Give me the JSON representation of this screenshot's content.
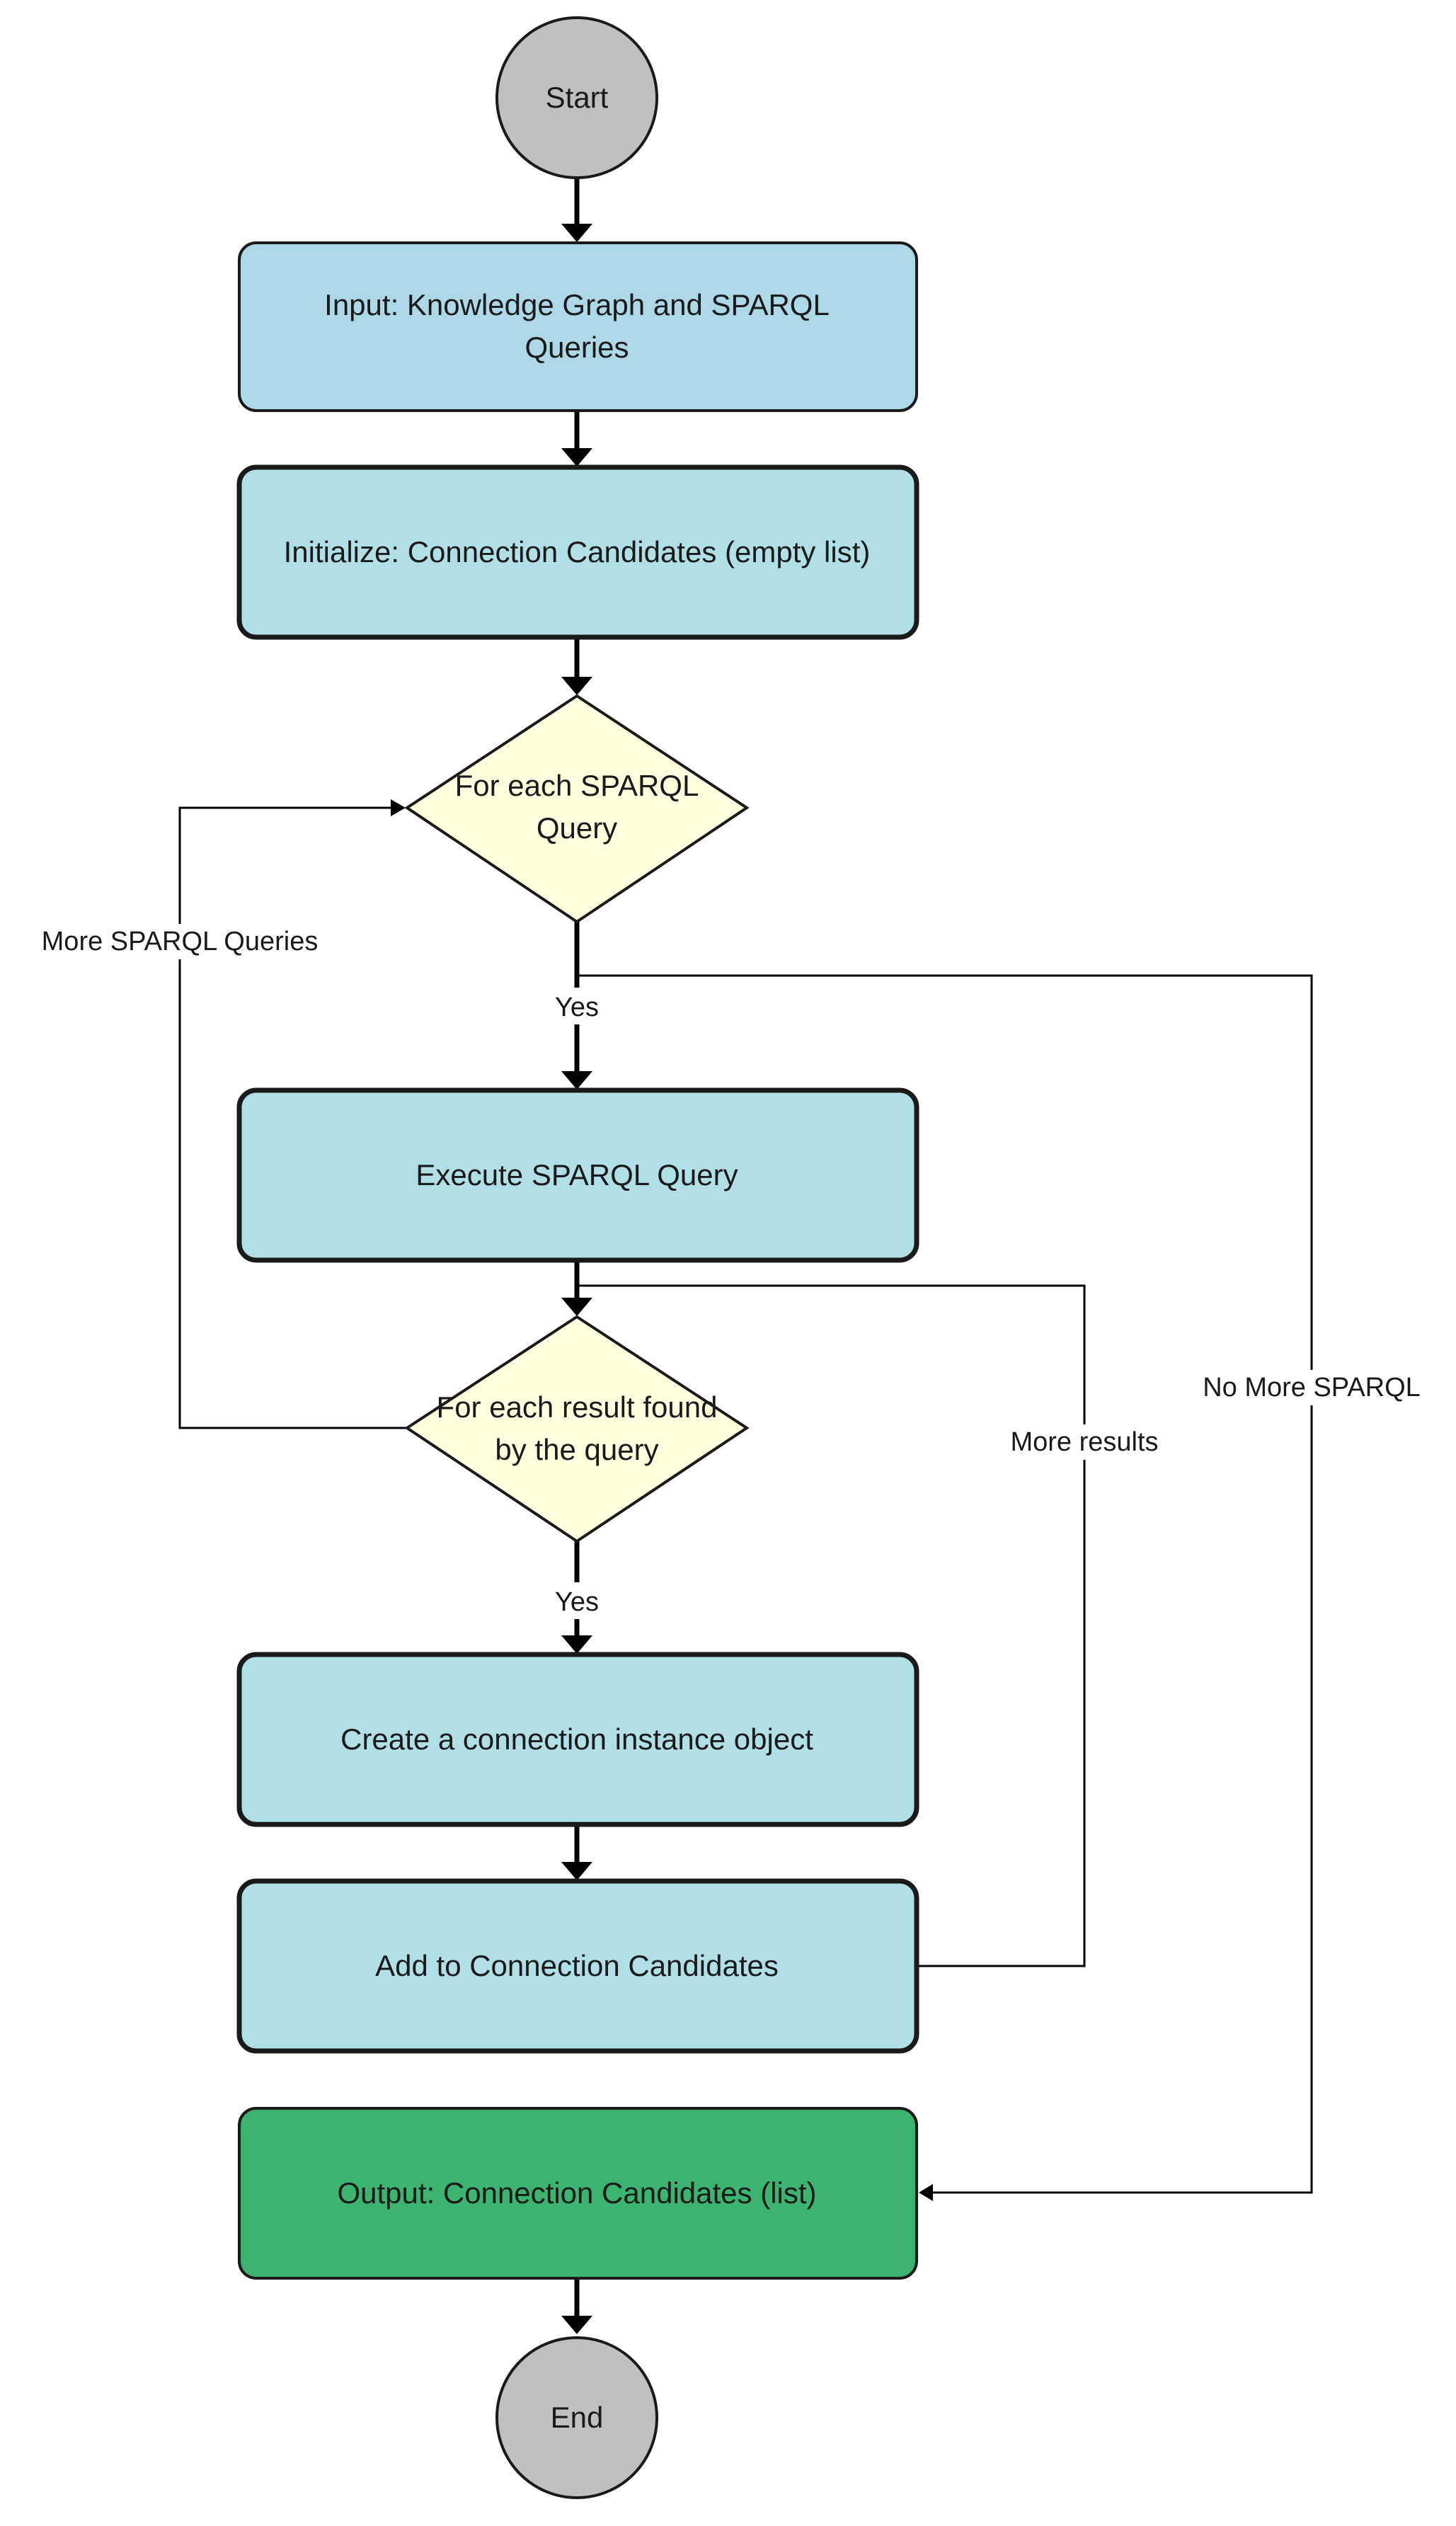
{
  "nodes": {
    "start": {
      "lines": [
        "Start"
      ],
      "fill": "#c0c0c0"
    },
    "input": {
      "lines": [
        "Input: Knowledge Graph and SPARQL",
        "Queries"
      ],
      "fill": "#add8e6"
    },
    "initialize": {
      "lines": [
        "Initialize: Connection Candidates (empty list)"
      ],
      "fill": "#b0e0e6"
    },
    "for_each_query": {
      "lines": [
        "For each SPARQL",
        "Query"
      ],
      "fill": "#ffffe0"
    },
    "execute": {
      "lines": [
        "Execute SPARQL Query"
      ],
      "fill": "#b0e0e6"
    },
    "for_each_result": {
      "lines": [
        "For each result found",
        "by the query"
      ],
      "fill": "#ffffe0"
    },
    "create": {
      "lines": [
        "Create a connection instance object"
      ],
      "fill": "#b0e0e6"
    },
    "add": {
      "lines": [
        "Add to Connection Candidates"
      ],
      "fill": "#b0e0e6"
    },
    "output": {
      "lines": [
        "Output: Connection Candidates (list)"
      ],
      "fill": "#3cb371"
    },
    "end": {
      "lines": [
        "End"
      ],
      "fill": "#c0c0c0"
    }
  },
  "edge_labels": {
    "more_sparql_queries": "More SPARQL Queries",
    "yes_query": "Yes",
    "no_more_sparql": "No More SPARQL",
    "more_results": "More results",
    "yes_result": "Yes"
  },
  "colors": {
    "line": "#000000",
    "stroke": "#1a1a1a"
  }
}
